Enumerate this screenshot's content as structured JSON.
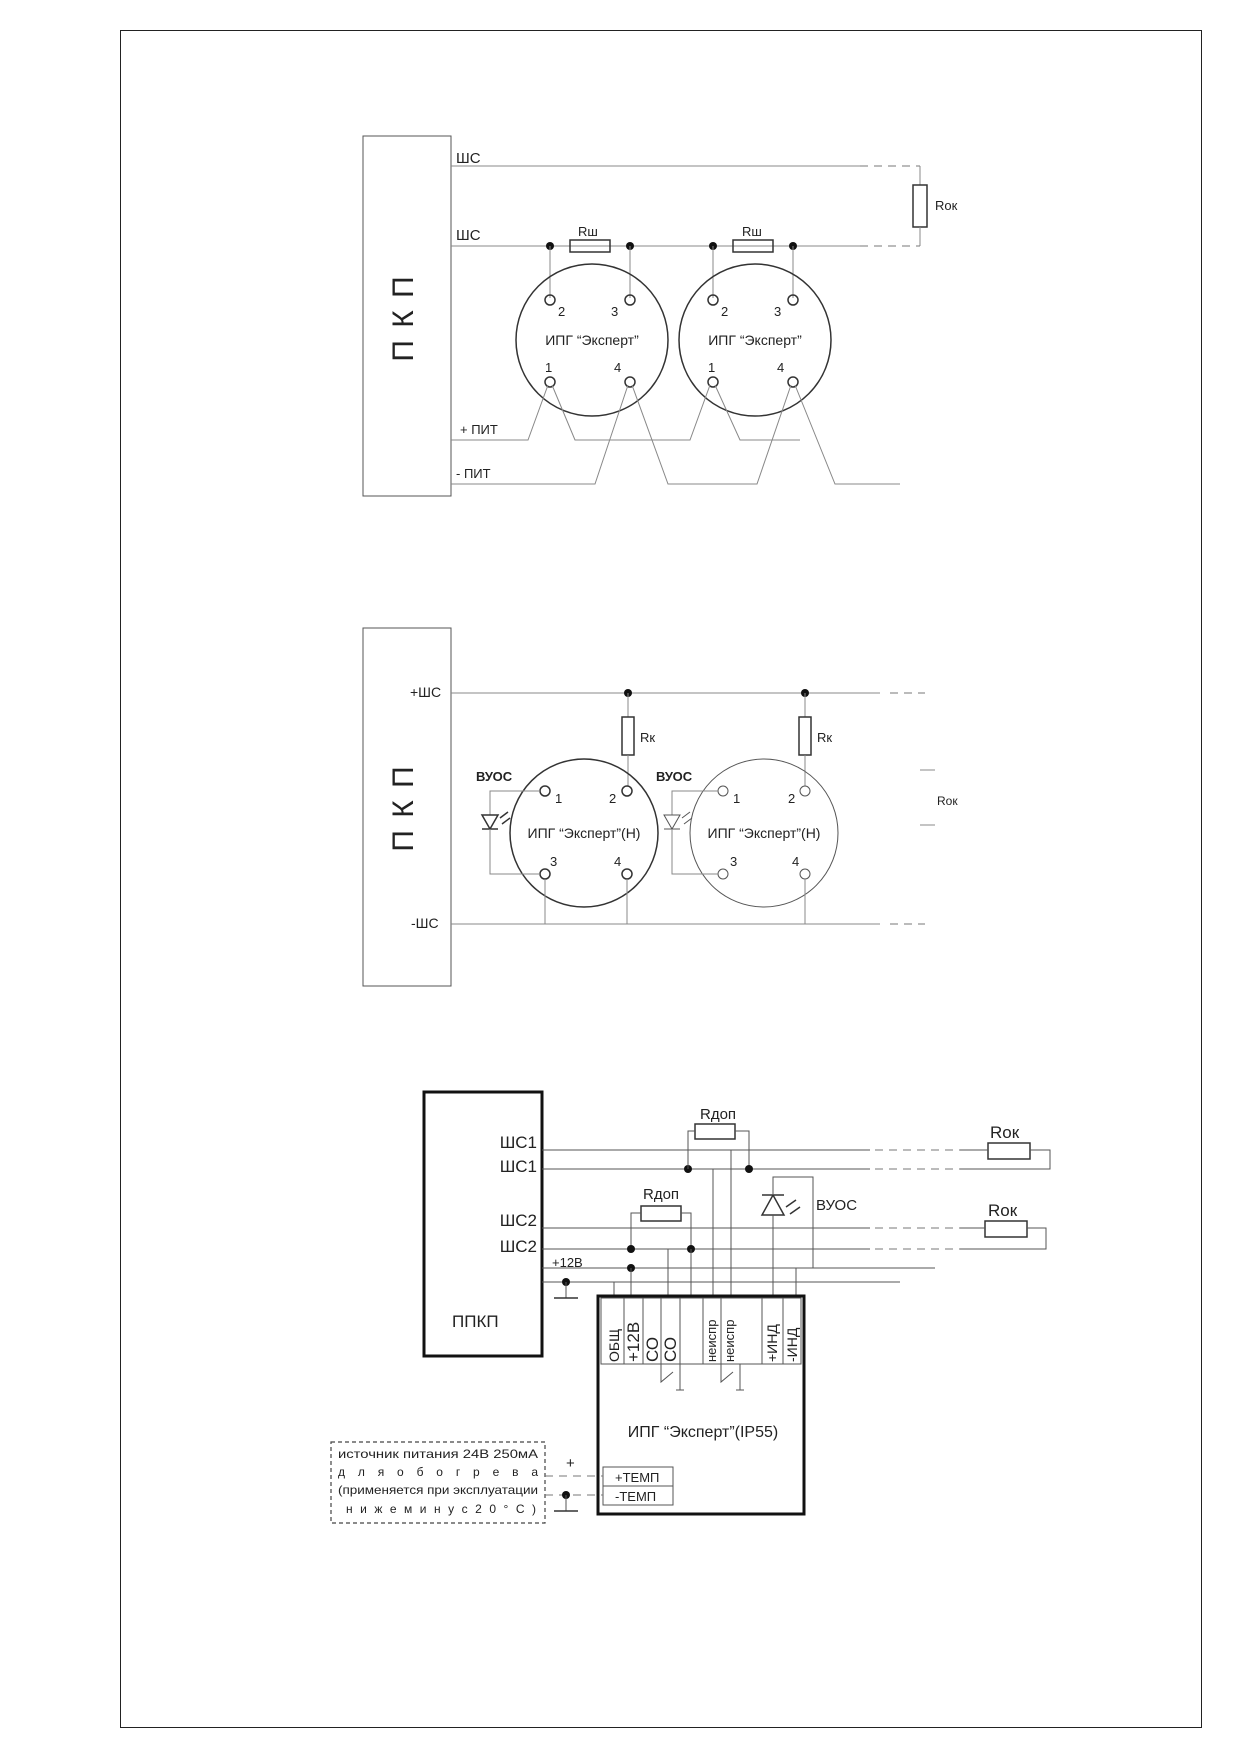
{
  "diagram1": {
    "panel_label": "П К П",
    "loop1": "ШС",
    "loop2": "ШС",
    "power_plus": "+ ПИТ",
    "power_minus": "- ПИТ",
    "end_resistor": "Rок",
    "shunt_resistor": "Rш",
    "detector_label": "ИПГ “Эксперт”",
    "terminals": [
      "1",
      "2",
      "3",
      "4"
    ]
  },
  "diagram2": {
    "panel_label": "П К П",
    "loop_plus": "+ШС",
    "loop_minus": "-ШС",
    "resistor": "Rк",
    "end_resistor": "Rок",
    "remote_indicator": "ВУОС",
    "detector_label": "ИПГ “Эксперт”(Н)",
    "terminals": [
      "1",
      "2",
      "3",
      "4"
    ]
  },
  "diagram3": {
    "panel_label": "ППКП",
    "loops": [
      "ШС1",
      "ШС1",
      "ШС2",
      "ШС2"
    ],
    "supply_label": "+12В",
    "end_resistor": "Rок",
    "extra_resistor": "Rдоп",
    "remote_indicator": "ВУОС",
    "detector_label": "ИПГ “Эксперт”(IP55)",
    "terminals": [
      "ОБЩ",
      "+12В",
      "СО",
      "СО",
      "неиспр",
      "неиспр",
      "+ИНД",
      "-ИНД"
    ],
    "heater_terminals": [
      "+ТЕМП",
      "-ТЕМП"
    ],
    "heater_plus": "+",
    "heater_note_lines": [
      "источник питания 24В 250мА",
      "д л я   о б о г р е в а",
      "(применяется при эксплуатации",
      "н и ж е   м и н у с   2 0 ° С )"
    ]
  }
}
